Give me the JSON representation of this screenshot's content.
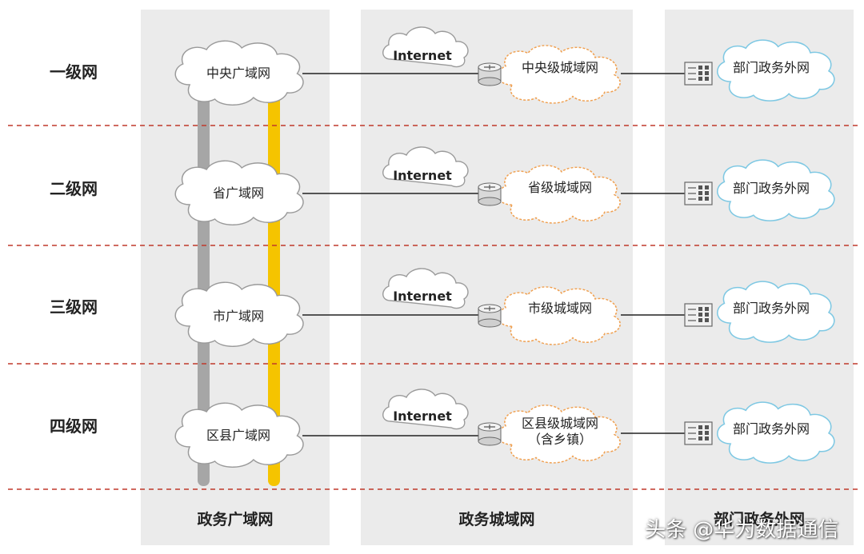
{
  "levels": [
    "一级网",
    "二级网",
    "三级网",
    "四级网"
  ],
  "columns": {
    "wan": "政务广域网",
    "man": "政务城域网",
    "ext": "部门政务外网"
  },
  "wan_clouds": [
    "中央广域网",
    "省广域网",
    "市广域网",
    "区县广域网"
  ],
  "man_clouds": [
    {
      "line1": "中央级城域网",
      "line2": ""
    },
    {
      "line1": "省级城域网",
      "line2": ""
    },
    {
      "line1": "市级城域网",
      "line2": ""
    },
    {
      "line1": "区县级城域网",
      "line2": "（含乡镇）"
    }
  ],
  "internet_label": "Internet",
  "ext_clouds": [
    "部门政务外网",
    "部门政务外网",
    "部门政务外网",
    "部门政务外网"
  ],
  "watermark": "头条 @华为数据通信",
  "colors": {
    "grey_bar": "#a6a6a6",
    "yellow_bar": "#f5c400",
    "divider": "#c0392b",
    "man_cloud_border": "#f0a050",
    "ext_cloud_border": "#7ec8e3",
    "plain_cloud_border": "#9a9a9a"
  }
}
